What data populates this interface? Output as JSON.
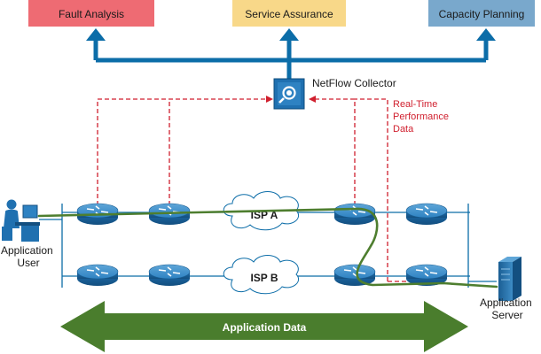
{
  "top_boxes": {
    "fault_analysis": "Fault Analysis",
    "service_assurance": "Service Assurance",
    "capacity_planning": "Capacity Planning"
  },
  "collector": {
    "label": "NetFlow Collector"
  },
  "perf_label": {
    "line1": "Real-Time",
    "line2": "Performance",
    "line3": "Data"
  },
  "clouds": {
    "isp_a": "ISP A",
    "isp_b": "ISP B"
  },
  "endpoints": {
    "user_line1": "Application",
    "user_line2": "User",
    "server_line1": "Application",
    "server_line2": "Server"
  },
  "arrow": {
    "label": "Application Data"
  },
  "colors": {
    "fault_box": "#EE6B73",
    "assurance_box": "#F8D889",
    "capacity_box": "#79A8CC",
    "blue_line": "#0C6DA8",
    "red_dashed": "#D01F2E",
    "green_path": "#4E7E2F",
    "arrow_green": "#4A7D2D",
    "router_blue": "#1F70B0"
  },
  "icons": [
    "user-workstation-icon",
    "router-icon",
    "cloud-icon",
    "server-icon",
    "netflow-collector-icon"
  ]
}
